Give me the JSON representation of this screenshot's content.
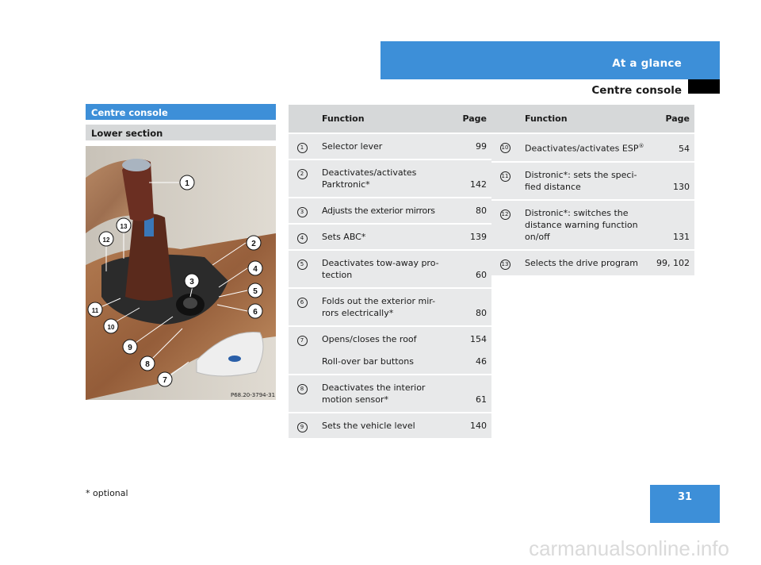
{
  "header": {
    "title": "At a glance",
    "subtitle": "Centre console"
  },
  "section": {
    "title": "Centre console",
    "subtitle": "Lower section"
  },
  "photo": {
    "code": "P68.20-3794-31",
    "callouts": [
      "1",
      "2",
      "3",
      "4",
      "5",
      "6",
      "7",
      "8",
      "9",
      "10",
      "11",
      "12",
      "13"
    ]
  },
  "table_left": {
    "col_function": "Function",
    "col_page": "Page",
    "rows": [
      {
        "num": "1",
        "function": "Selector lever",
        "page": "99"
      },
      {
        "num": "2",
        "function": "Deactivates/activates Parktronic*",
        "page": "142"
      },
      {
        "num": "3",
        "function": "Adjusts the exterior mirrors",
        "page": "80"
      },
      {
        "num": "4",
        "function": "Sets ABC*",
        "page": "139"
      },
      {
        "num": "5",
        "function": "Deactivates tow-away pro-tection",
        "page": "60"
      },
      {
        "num": "6",
        "function": "Folds out the exterior mir-rors electrically*",
        "page": "80"
      },
      {
        "num": "7",
        "function": "Opens/closes the roof",
        "page": "154",
        "function2": "Roll-over bar buttons",
        "page2": "46"
      },
      {
        "num": "8",
        "function": "Deactivates the interior motion sensor*",
        "page": "61"
      },
      {
        "num": "9",
        "function": "Sets the vehicle level",
        "page": "140"
      }
    ]
  },
  "table_right": {
    "col_function": "Function",
    "col_page": "Page",
    "rows": [
      {
        "num": "10",
        "function": "Deactivates/activates ESP",
        "sup": "®",
        "page": "54"
      },
      {
        "num": "11",
        "function": "Distronic*: sets the speci-fied distance",
        "page": "130"
      },
      {
        "num": "12",
        "function": "Distronic*: switches the distance warning function on/off",
        "page": "131"
      },
      {
        "num": "13",
        "function": "Selects the drive program",
        "page": "99, 102"
      }
    ]
  },
  "footer": {
    "note": "* optional",
    "page_number": "31",
    "watermark": "carmanualsonline.info"
  }
}
